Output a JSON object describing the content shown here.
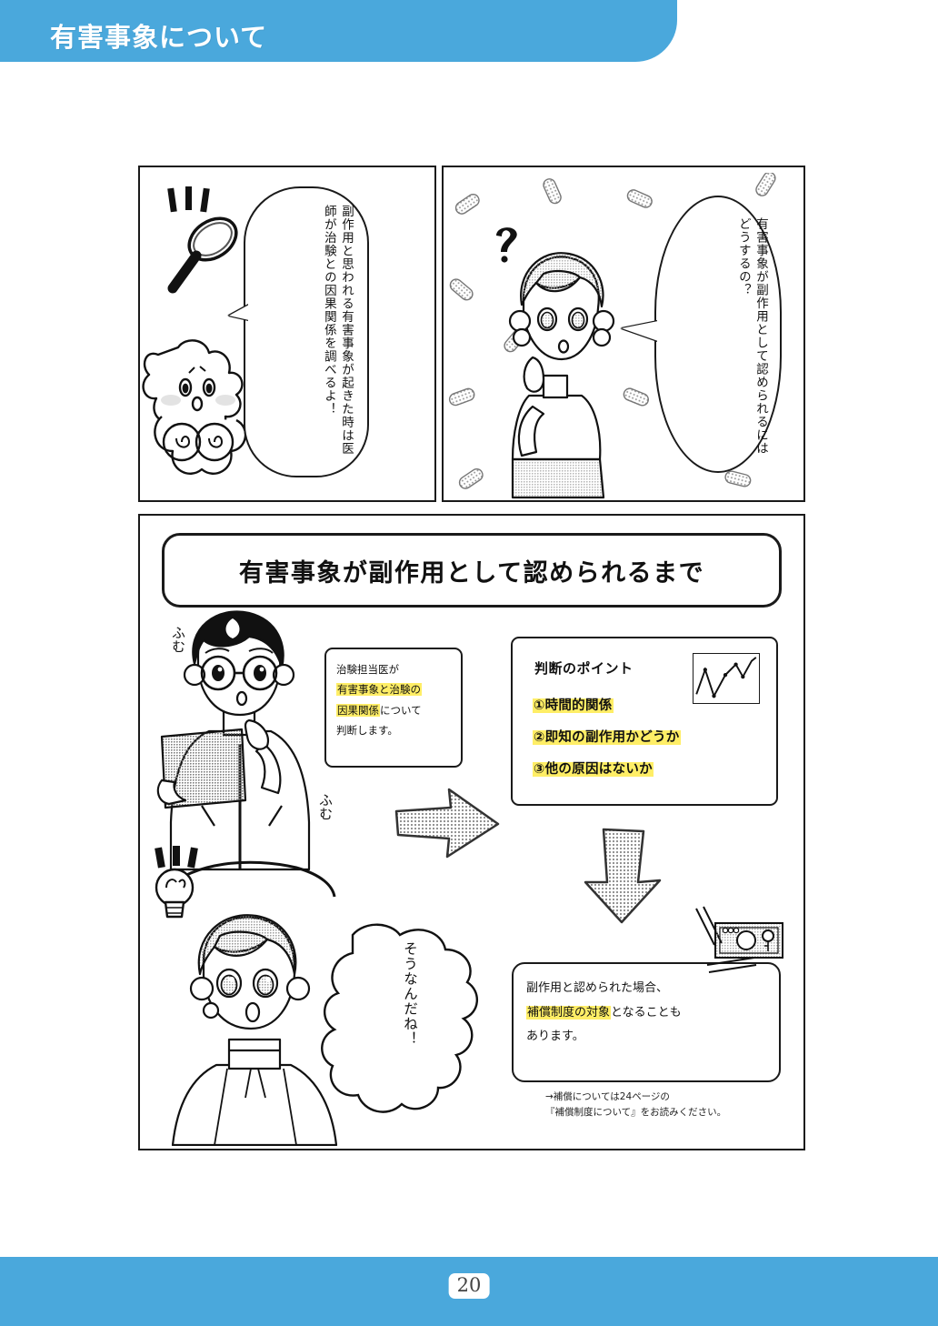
{
  "header": {
    "title": "有害事象について",
    "banner_color": "#4aa8dc"
  },
  "footer": {
    "page_number": "20",
    "banner_color": "#4aa8dc"
  },
  "panels": {
    "panel1": {
      "name": "sheep-explains-panel",
      "character": "sheep-mascot",
      "props": [
        "magnifying-glass-icon",
        "emphasis-lines"
      ],
      "bubble_text": "副作用と思われる有害事象が起きた時は医師が治験との因果関係を調べるよ！"
    },
    "panel2": {
      "name": "patient-question-panel",
      "character": "young-woman",
      "props": [
        "question-mark-icon",
        "capsule-pattern-background"
      ],
      "bubble_text": "有害事象が副作用として認められるにはどうするの？"
    },
    "panel3": {
      "name": "process-flow-panel",
      "title": "有害事象が副作用として認められるまで",
      "doctor_box": {
        "lines": [
          {
            "text": "治験担当医が",
            "highlight": false
          },
          {
            "text": "有害事象と治験の",
            "highlight": true
          },
          {
            "text": "因果関係",
            "highlight": true,
            "tail": "について"
          },
          {
            "text": "判断します。",
            "highlight": false
          }
        ],
        "sfx": [
          "ふむ",
          "ふむ"
        ]
      },
      "points_box": {
        "heading": "判断のポイント",
        "items": [
          "①時間的関係",
          "②即知の副作用かどうか",
          "③他の原因はないか"
        ],
        "icon": "line-chart-icon",
        "highlight_color": "#ffee66"
      },
      "compensation_box": {
        "lines": [
          {
            "text": "副作用と認められた場合、",
            "highlight": false
          },
          {
            "text": "補償制度の対象",
            "highlight": true,
            "tail": "となることも"
          },
          {
            "text": "あります。",
            "highlight": false
          }
        ],
        "icon": "banknote-icon"
      },
      "footnote": [
        "→補償については24ページの",
        "『補償制度について』をお読みください。"
      ],
      "reaction": {
        "character": "young-woman",
        "props": [
          "lightbulb-icon",
          "emphasis-lines"
        ],
        "cloud_text": "そうなんだね！"
      },
      "arrows": [
        "arrow-right-gray",
        "arrow-down-gray"
      ]
    }
  }
}
